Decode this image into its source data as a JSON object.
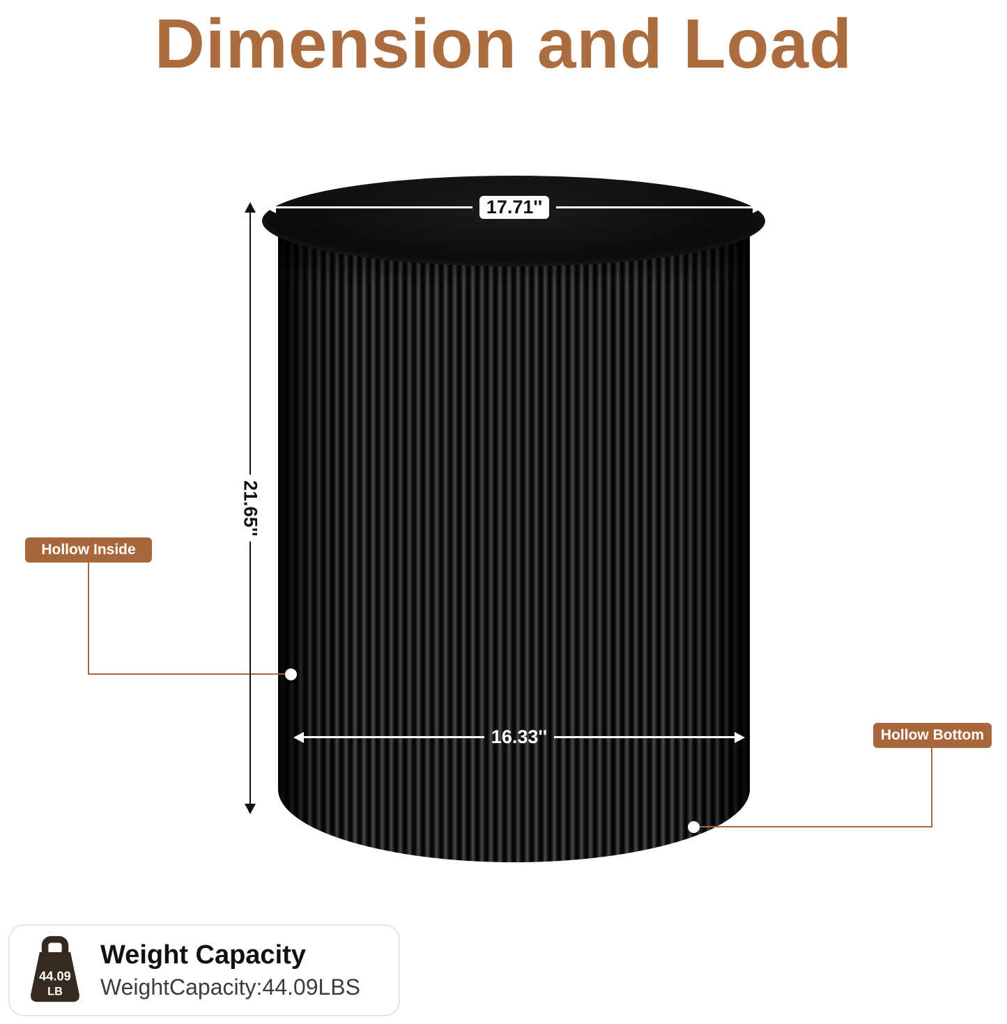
{
  "colors": {
    "accent": "#ab6c3e",
    "badge": "#a8673a",
    "table_black": "#0a0a0a",
    "card_border": "#e4e4e4"
  },
  "title": "Dimension and Load",
  "diagram": {
    "top_diameter_label": "17.71''",
    "height_label": "21.65''",
    "inner_width_label": "16.33''",
    "hollow_inside_label": "Hollow Inside",
    "hollow_bottom_label": "Hollow Bottom"
  },
  "weight_capacity": {
    "icon_value": "44.09",
    "icon_unit": "LB",
    "heading": "Weight Capacity",
    "detail": "WeightCapacity:44.09LBS"
  }
}
